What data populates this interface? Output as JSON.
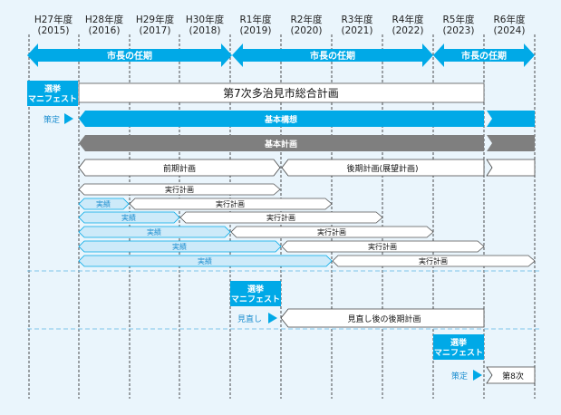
{
  "years": [
    {
      "era": "H27年度",
      "ad": "(2015)"
    },
    {
      "era": "H28年度",
      "ad": "(2016)"
    },
    {
      "era": "H29年度",
      "ad": "(2017)"
    },
    {
      "era": "H30年度",
      "ad": "(2018)"
    },
    {
      "era": "R1年度",
      "ad": "(2019)"
    },
    {
      "era": "R2年度",
      "ad": "(2020)"
    },
    {
      "era": "R3年度",
      "ad": "(2021)"
    },
    {
      "era": "R4年度",
      "ad": "(2022)"
    },
    {
      "era": "R5年度",
      "ad": "(2023)"
    },
    {
      "era": "R6年度",
      "ad": "(2024)"
    }
  ],
  "mayor_terms": [
    "市長の任期",
    "市長の任期",
    "市長の任期"
  ],
  "manifesto_label": [
    "選挙",
    "マニフェスト"
  ],
  "plan7_title": "第7次多治見市総合計画",
  "sakutei": "策定",
  "kihon_koso": "基本構想",
  "kihon_keikaku": "基本計画",
  "zenki": "前期計画",
  "koki": "後期計画(展望計画)",
  "jikko": "実行計画",
  "jisseki": "実績",
  "minaoshi": "見直し",
  "minaoshi_plan": "見直し後の後期計画",
  "plan8": "第8次",
  "colors": {
    "background": "#eaf5fc",
    "cyan": "#00a9e7",
    "gray": "#7f7f7f",
    "light_blue": "#cdeaf9",
    "text_blue": "#1e8fd0",
    "dash": "#7dc5ea"
  }
}
